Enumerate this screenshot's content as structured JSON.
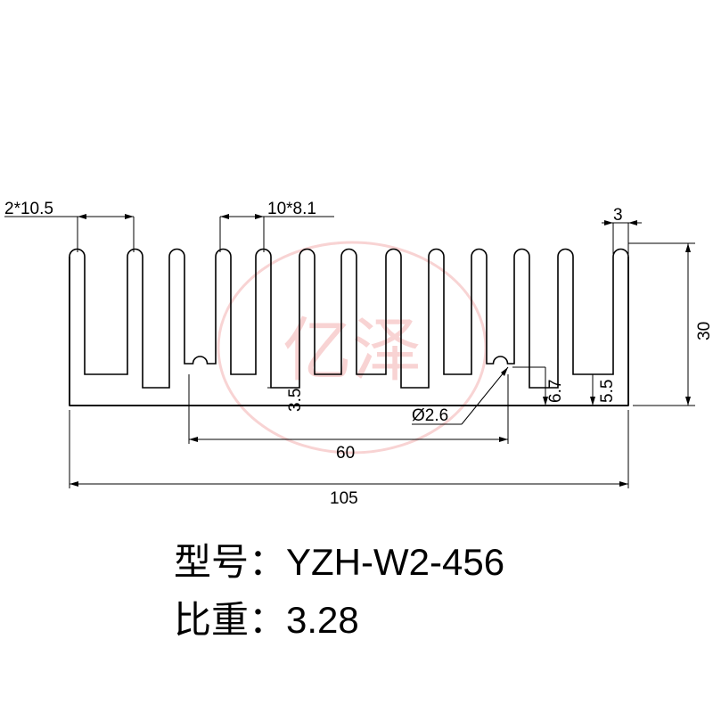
{
  "drawing": {
    "dimensions": {
      "fin_gap_first": "2*10.5",
      "fin_gap_rest": "10*8.1",
      "fin_thickness": "3",
      "height": "30",
      "hole_offset": "6.7",
      "base_thickness": "5.5",
      "groove_depth": "3.5",
      "hole_diameter": "Ø2.6",
      "hole_spacing": "60",
      "width": "105"
    },
    "watermark": "亿泽",
    "watermark_color": "#f3b0b0",
    "line_color": "#000000"
  },
  "info": {
    "model_label": "型号：",
    "model_value": "YZH-W2-456",
    "weight_label": "比重：",
    "weight_value": "3.28"
  }
}
